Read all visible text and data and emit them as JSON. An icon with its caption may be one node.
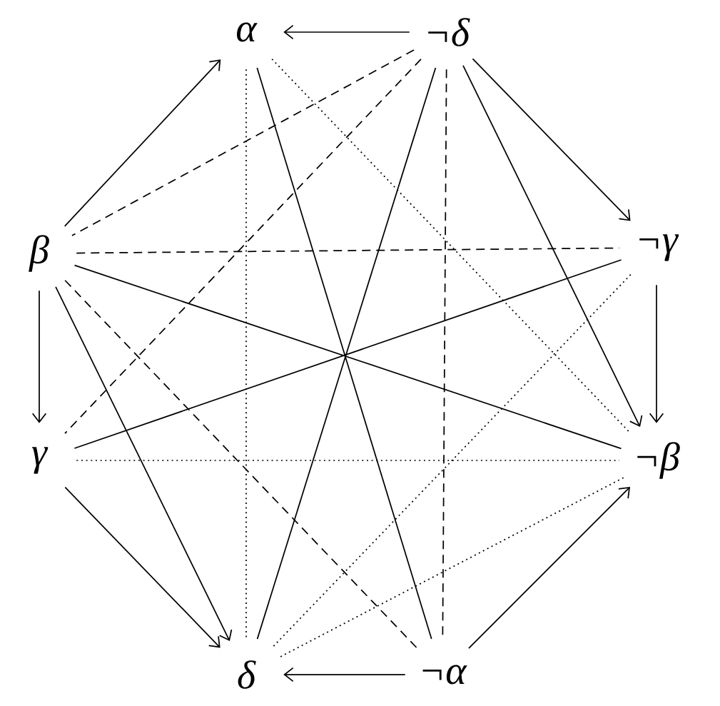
{
  "diagram": {
    "nodes": [
      {
        "text": [
          "α"
        ]
      },
      {
        "text": [
          "¬δ"
        ]
      },
      {
        "text": [
          "β"
        ]
      },
      {
        "text": [
          "¬γ"
        ]
      },
      {
        "text": [
          "γ"
        ]
      },
      {
        "text": [
          "¬β"
        ]
      },
      {
        "text": [
          "δ"
        ]
      },
      {
        "text": [
          "¬α"
        ]
      }
    ],
    "edges": [
      {
        "from": 1,
        "to": 0,
        "arrow": "to"
      },
      {
        "from": 2,
        "to": 0,
        "arrow": "to"
      },
      {
        "from": 1,
        "to": 3,
        "arrow": "to"
      },
      {
        "from": 1,
        "to": 5,
        "arrow": "to"
      },
      {
        "from": 3,
        "to": 5,
        "arrow": "to"
      },
      {
        "from": 2,
        "to": 4,
        "arrow": "to"
      },
      {
        "from": 2,
        "to": 6,
        "arrow": "to"
      },
      {
        "from": 4,
        "to": 6,
        "arrow": "to"
      },
      {
        "from": 7,
        "to": 5,
        "arrow": "to"
      },
      {
        "from": 7,
        "to": 6,
        "arrow": "to"
      },
      {
        "from": 0,
        "to": 7,
        "arrow": "none"
      },
      {
        "from": 1,
        "to": 6,
        "arrow": "none"
      },
      {
        "from": 2,
        "to": 5,
        "arrow": "none"
      },
      {
        "from": 4,
        "to": 3,
        "arrow": "none"
      },
      {
        "from": 2,
        "to": 3,
        "arrow": "none",
        "style": "dashed"
      },
      {
        "from": 1,
        "to": 2,
        "arrow": "none",
        "style": "dashed"
      },
      {
        "from": 1,
        "to": 4,
        "arrow": "none",
        "style": "dashed"
      },
      {
        "from": 2,
        "to": 7,
        "arrow": "none",
        "style": "dashed"
      },
      {
        "from": 1,
        "to": 7,
        "arrow": "none",
        "style": "dashed"
      },
      {
        "from": 0,
        "to": 6,
        "arrow": "none",
        "style": "dashed"
      },
      {
        "from": 4,
        "to": 5,
        "arrow": "none",
        "style": "dashed"
      },
      {
        "from": 0,
        "to": 5,
        "arrow": "none",
        "style": "dashed"
      },
      {
        "from": 3,
        "to": 6,
        "arrow": "none",
        "style": "dashed"
      },
      {
        "from": 5,
        "to": 6,
        "arrow": "none",
        "style": "dashed"
      }
    ]
  }
}
